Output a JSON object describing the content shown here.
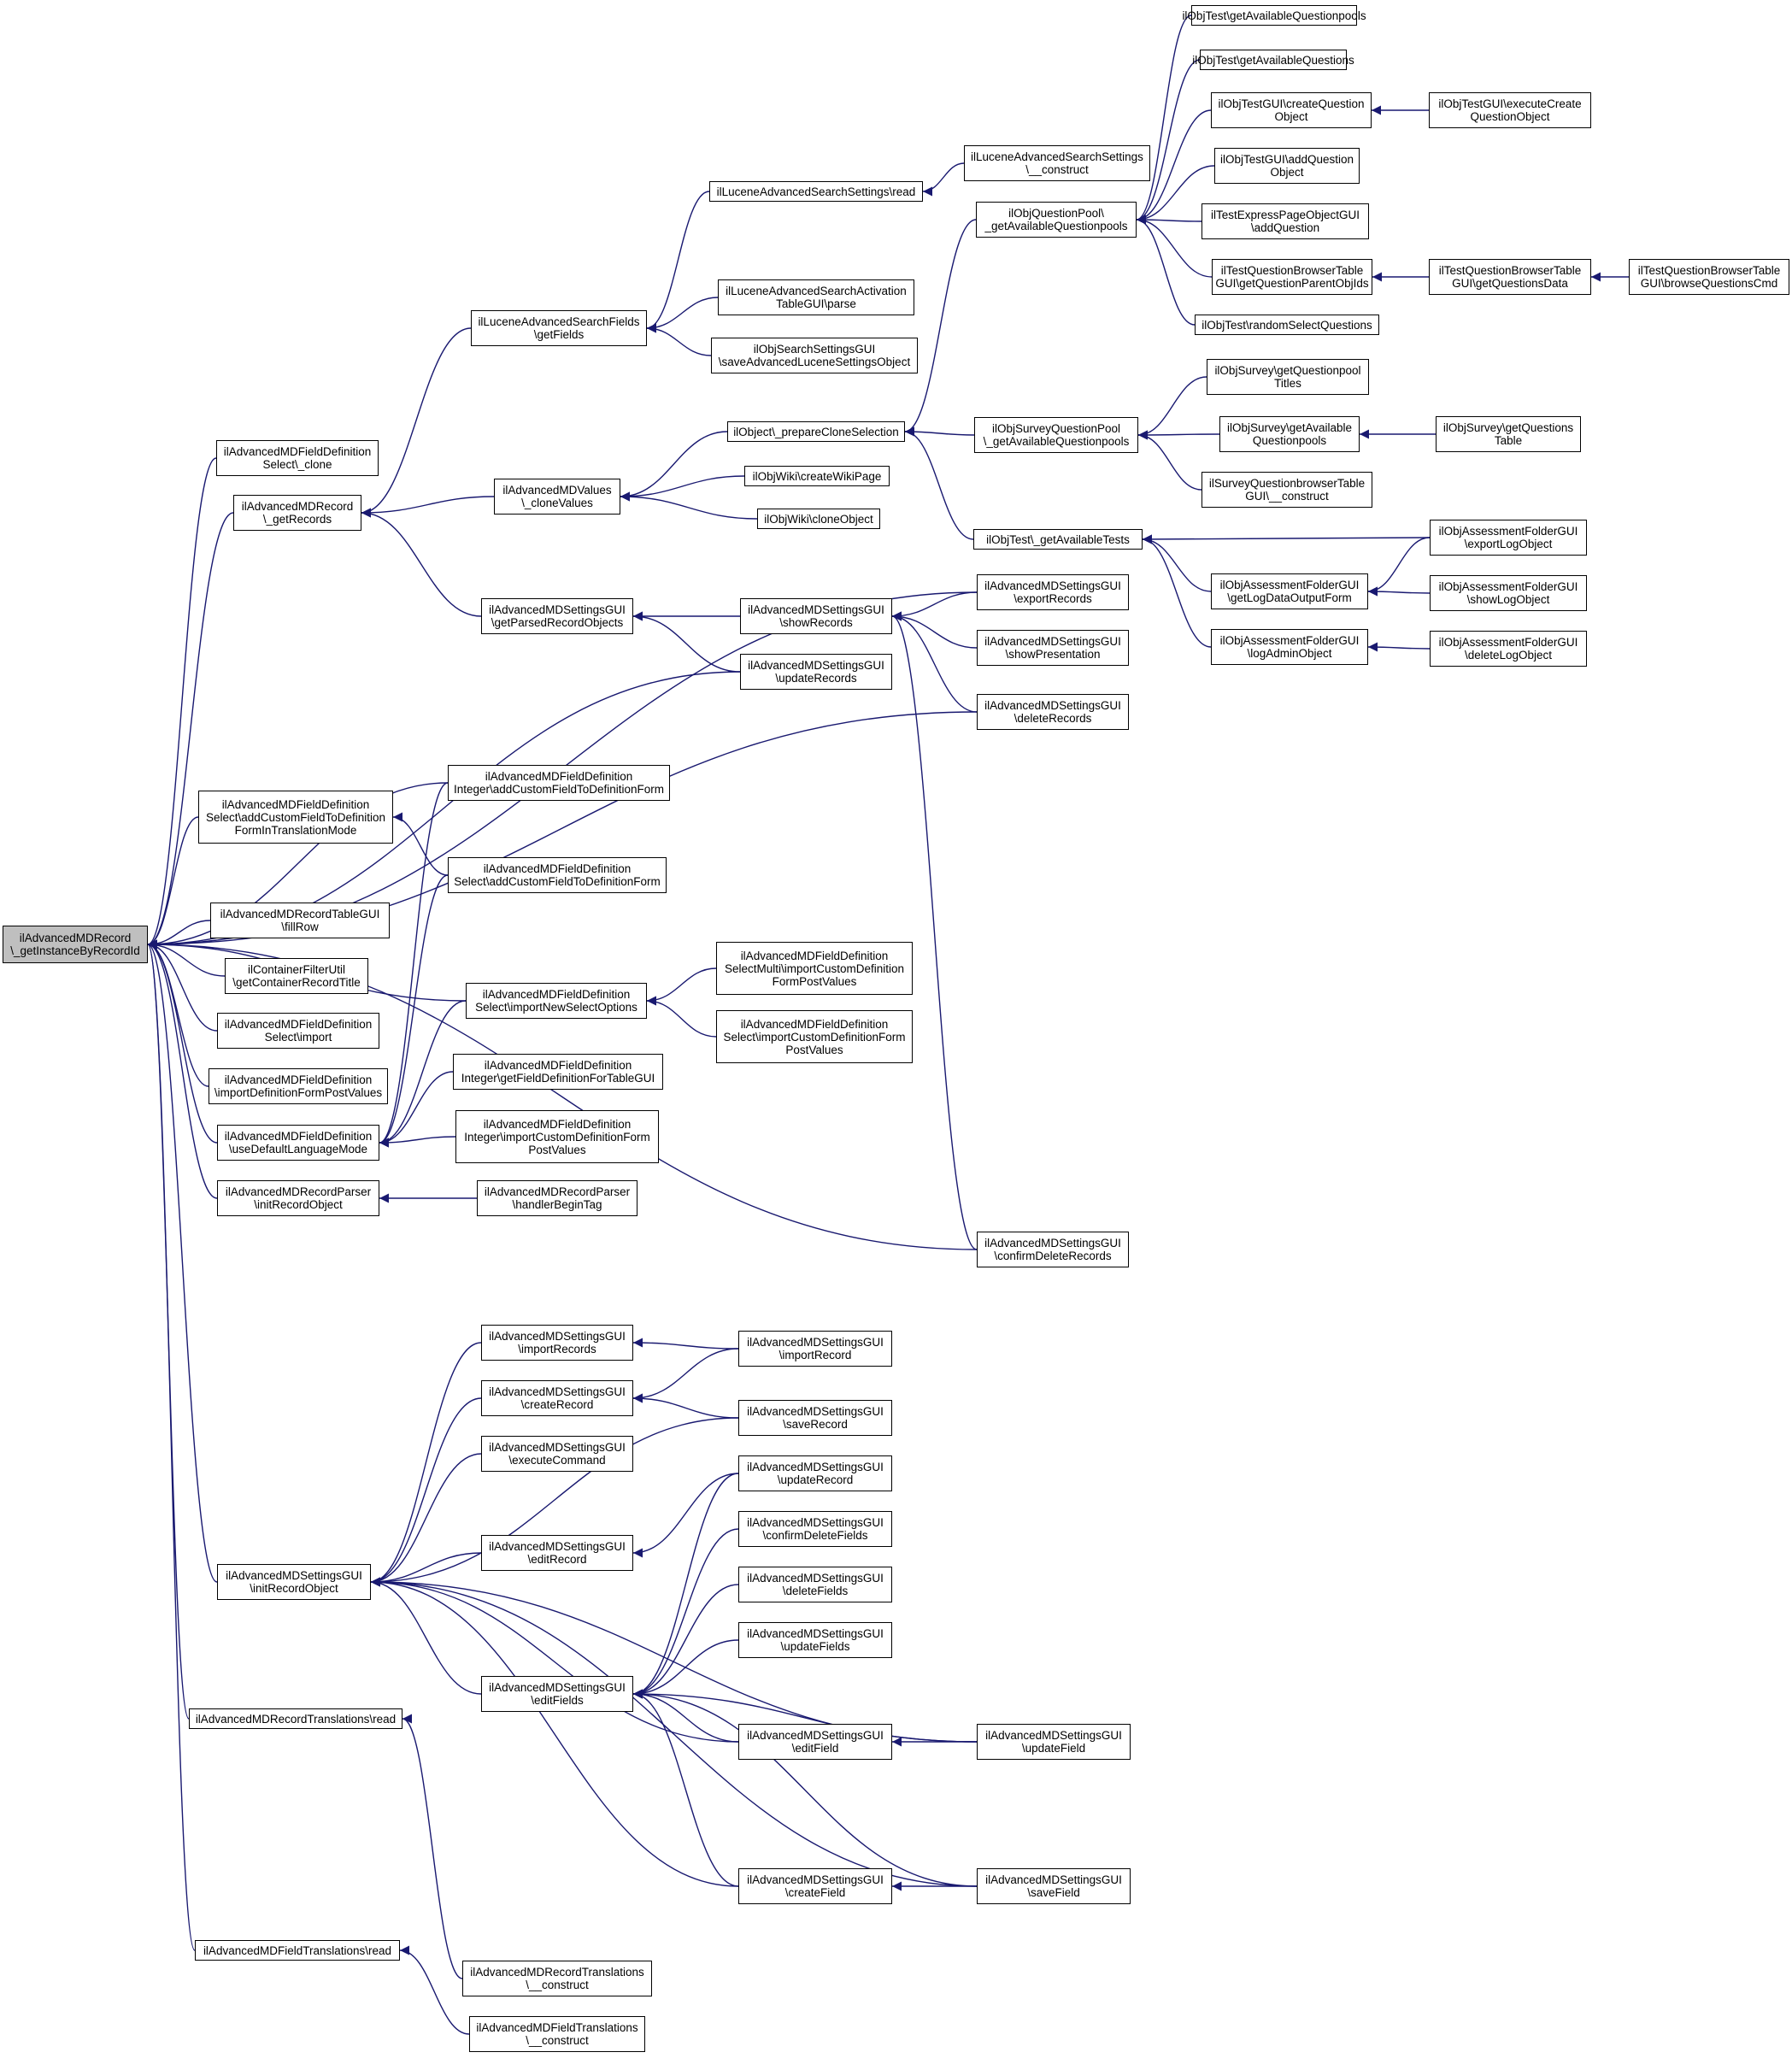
{
  "graph": {
    "edge_color": "#191970",
    "focus_fill": "#bfbfbf",
    "nodes": [
      {
        "id": "focus",
        "lines": [
          "ilAdvancedMDRecord",
          "\\_getInstanceByRecordId"
        ],
        "focus": true
      },
      {
        "id": "selclone",
        "lines": [
          "ilAdvancedMDFieldDefinition",
          "Select\\_clone"
        ]
      },
      {
        "id": "getrecords",
        "lines": [
          "ilAdvancedMDRecord",
          "\\_getRecords"
        ]
      },
      {
        "id": "lucfields",
        "lines": [
          "ilLuceneAdvancedSearchFields",
          "\\getFields"
        ]
      },
      {
        "id": "lucread",
        "lines": [
          "ilLuceneAdvancedSearchSettings\\read"
        ]
      },
      {
        "id": "luccons",
        "lines": [
          "ilLuceneAdvancedSearchSettings",
          "\\__construct"
        ]
      },
      {
        "id": "lucact",
        "lines": [
          "ilLuceneAdvancedSearchActivation",
          "TableGUI\\parse"
        ]
      },
      {
        "id": "objsearch",
        "lines": [
          "ilObjSearchSettingsGUI",
          "\\saveAdvancedLuceneSettingsObject"
        ]
      },
      {
        "id": "mdvalues",
        "lines": [
          "ilAdvancedMDValues",
          "\\_cloneValues"
        ]
      },
      {
        "id": "prepclone",
        "lines": [
          "ilObject\\_prepareCloneSelection"
        ]
      },
      {
        "id": "wikipage",
        "lines": [
          "ilObjWiki\\createWikiPage"
        ]
      },
      {
        "id": "wikiclone",
        "lines": [
          "ilObjWiki\\cloneObject"
        ]
      },
      {
        "id": "qpool",
        "lines": [
          "ilObjQuestionPool\\",
          "_getAvailableQuestionpools"
        ]
      },
      {
        "id": "t_avqp",
        "lines": [
          "ilObjTest\\getAvailableQuestionpools"
        ]
      },
      {
        "id": "t_avq",
        "lines": [
          "ilObjTest\\getAvailableQuestions"
        ]
      },
      {
        "id": "t_create",
        "lines": [
          "ilObjTestGUI\\createQuestion",
          "Object"
        ]
      },
      {
        "id": "t_execcreate",
        "lines": [
          "ilObjTestGUI\\executeCreate",
          "QuestionObject"
        ]
      },
      {
        "id": "t_addq",
        "lines": [
          "ilObjTestGUI\\addQuestion",
          "Object"
        ]
      },
      {
        "id": "t_express",
        "lines": [
          "ilTestExpressPageObjectGUI",
          "\\addQuestion"
        ]
      },
      {
        "id": "t_browser",
        "lines": [
          "ilTestQuestionBrowserTable",
          "GUI\\getQuestionParentObjIds"
        ]
      },
      {
        "id": "t_browsedata",
        "lines": [
          "ilTestQuestionBrowserTable",
          "GUI\\getQuestionsData"
        ]
      },
      {
        "id": "t_browsecmd",
        "lines": [
          "ilTestQuestionBrowserTable",
          "GUI\\browseQuestionsCmd"
        ]
      },
      {
        "id": "t_random",
        "lines": [
          "ilObjTest\\randomSelectQuestions"
        ]
      },
      {
        "id": "spool",
        "lines": [
          "ilObjSurveyQuestionPool",
          "\\_getAvailableQuestionpools"
        ]
      },
      {
        "id": "s_titles",
        "lines": [
          "ilObjSurvey\\getQuestionpool",
          "Titles"
        ]
      },
      {
        "id": "s_avail",
        "lines": [
          "ilObjSurvey\\getAvailable",
          "Questionpools"
        ]
      },
      {
        "id": "s_table",
        "lines": [
          "ilObjSurvey\\getQuestions",
          "Table"
        ]
      },
      {
        "id": "s_browser",
        "lines": [
          "ilSurveyQuestionbrowserTable",
          "GUI\\__construct"
        ]
      },
      {
        "id": "avtests",
        "lines": [
          "ilObjTest\\_getAvailableTests"
        ]
      },
      {
        "id": "a_export",
        "lines": [
          "ilObjAssessmentFolderGUI",
          "\\exportLogObject"
        ]
      },
      {
        "id": "a_logdata",
        "lines": [
          "ilObjAssessmentFolderGUI",
          "\\getLogDataOutputForm"
        ]
      },
      {
        "id": "a_show",
        "lines": [
          "ilObjAssessmentFolderGUI",
          "\\showLogObject"
        ]
      },
      {
        "id": "a_admin",
        "lines": [
          "ilObjAssessmentFolderGUI",
          "\\logAdminObject"
        ]
      },
      {
        "id": "a_delete",
        "lines": [
          "ilObjAssessmentFolderGUI",
          "\\deleteLogObject"
        ]
      },
      {
        "id": "parsed",
        "lines": [
          "ilAdvancedMDSettingsGUI",
          "\\getParsedRecordObjects"
        ]
      },
      {
        "id": "showrec",
        "lines": [
          "ilAdvancedMDSettingsGUI",
          "\\showRecords"
        ]
      },
      {
        "id": "exportrec",
        "lines": [
          "ilAdvancedMDSettingsGUI",
          "\\exportRecords"
        ]
      },
      {
        "id": "showpres",
        "lines": [
          "ilAdvancedMDSettingsGUI",
          "\\showPresentation"
        ]
      },
      {
        "id": "updrecs",
        "lines": [
          "ilAdvancedMDSettingsGUI",
          "\\updateRecords"
        ]
      },
      {
        "id": "delrecs",
        "lines": [
          "ilAdvancedMDSettingsGUI",
          "\\deleteRecords"
        ]
      },
      {
        "id": "seltrans",
        "lines": [
          "ilAdvancedMDFieldDefinition",
          "Select\\addCustomFieldToDefinition",
          "FormInTranslationMode"
        ]
      },
      {
        "id": "intaddcust",
        "lines": [
          "ilAdvancedMDFieldDefinition",
          "Integer\\addCustomFieldToDefinitionForm"
        ]
      },
      {
        "id": "seladdcust",
        "lines": [
          "ilAdvancedMDFieldDefinition",
          "Select\\addCustomFieldToDefinitionForm"
        ]
      },
      {
        "id": "fillrow",
        "lines": [
          "ilAdvancedMDRecordTableGUI",
          "\\fillRow"
        ]
      },
      {
        "id": "container",
        "lines": [
          "ilContainerFilterUtil",
          "\\getContainerRecordTitle"
        ]
      },
      {
        "id": "selimport",
        "lines": [
          "ilAdvancedMDFieldDefinition",
          "Select\\import"
        ]
      },
      {
        "id": "importdef",
        "lines": [
          "ilAdvancedMDFieldDefinition",
          "\\importDefinitionFormPostValues"
        ]
      },
      {
        "id": "usedefault",
        "lines": [
          "ilAdvancedMDFieldDefinition",
          "\\useDefaultLanguageMode"
        ]
      },
      {
        "id": "selnewopt",
        "lines": [
          "ilAdvancedMDFieldDefinition",
          "Select\\importNewSelectOptions"
        ]
      },
      {
        "id": "selmulti",
        "lines": [
          "ilAdvancedMDFieldDefinition",
          "SelectMulti\\importCustomDefinition",
          "FormPostValues"
        ]
      },
      {
        "id": "selimpcust",
        "lines": [
          "ilAdvancedMDFieldDefinition",
          "Select\\importCustomDefinitionForm",
          "PostValues"
        ]
      },
      {
        "id": "intgetfield",
        "lines": [
          "ilAdvancedMDFieldDefinition",
          "Integer\\getFieldDefinitionForTableGUI"
        ]
      },
      {
        "id": "intimpcust",
        "lines": [
          "ilAdvancedMDFieldDefinition",
          "Integer\\importCustomDefinitionForm",
          "PostValues"
        ]
      },
      {
        "id": "parser",
        "lines": [
          "ilAdvancedMDRecordParser",
          "\\initRecordObject"
        ]
      },
      {
        "id": "parsertag",
        "lines": [
          "ilAdvancedMDRecordParser",
          "\\handlerBeginTag"
        ]
      },
      {
        "id": "confdelrec",
        "lines": [
          "ilAdvancedMDSettingsGUI",
          "\\confirmDeleteRecords"
        ]
      },
      {
        "id": "initrec",
        "lines": [
          "ilAdvancedMDSettingsGUI",
          "\\initRecordObject"
        ]
      },
      {
        "id": "importrecs",
        "lines": [
          "ilAdvancedMDSettingsGUI",
          "\\importRecords"
        ]
      },
      {
        "id": "importrec",
        "lines": [
          "ilAdvancedMDSettingsGUI",
          "\\importRecord"
        ]
      },
      {
        "id": "createrec",
        "lines": [
          "ilAdvancedMDSettingsGUI",
          "\\createRecord"
        ]
      },
      {
        "id": "saverec",
        "lines": [
          "ilAdvancedMDSettingsGUI",
          "\\saveRecord"
        ]
      },
      {
        "id": "execcmd",
        "lines": [
          "ilAdvancedMDSettingsGUI",
          "\\executeCommand"
        ]
      },
      {
        "id": "updrec",
        "lines": [
          "ilAdvancedMDSettingsGUI",
          "\\updateRecord"
        ]
      },
      {
        "id": "editrec",
        "lines": [
          "ilAdvancedMDSettingsGUI",
          "\\editRecord"
        ]
      },
      {
        "id": "confdelfld",
        "lines": [
          "ilAdvancedMDSettingsGUI",
          "\\confirmDeleteFields"
        ]
      },
      {
        "id": "delflds",
        "lines": [
          "ilAdvancedMDSettingsGUI",
          "\\deleteFields"
        ]
      },
      {
        "id": "updflds",
        "lines": [
          "ilAdvancedMDSettingsGUI",
          "\\updateFields"
        ]
      },
      {
        "id": "editflds",
        "lines": [
          "ilAdvancedMDSettingsGUI",
          "\\editFields"
        ]
      },
      {
        "id": "editfld",
        "lines": [
          "ilAdvancedMDSettingsGUI",
          "\\editField"
        ]
      },
      {
        "id": "updfld",
        "lines": [
          "ilAdvancedMDSettingsGUI",
          "\\updateField"
        ]
      },
      {
        "id": "createfld",
        "lines": [
          "ilAdvancedMDSettingsGUI",
          "\\createField"
        ]
      },
      {
        "id": "savefld",
        "lines": [
          "ilAdvancedMDSettingsGUI",
          "\\saveField"
        ]
      },
      {
        "id": "rectrans",
        "lines": [
          "ilAdvancedMDRecordTranslations\\read"
        ]
      },
      {
        "id": "rectranscons",
        "lines": [
          "ilAdvancedMDRecordTranslations",
          "\\__construct"
        ]
      },
      {
        "id": "fldtrans",
        "lines": [
          "ilAdvancedMDFieldTranslations\\read"
        ]
      },
      {
        "id": "fldtranscons",
        "lines": [
          "ilAdvancedMDFieldTranslations",
          "\\__construct"
        ]
      }
    ],
    "edges": [
      [
        "selclone",
        "focus"
      ],
      [
        "getrecords",
        "focus"
      ],
      [
        "seltrans",
        "focus"
      ],
      [
        "fillrow",
        "focus"
      ],
      [
        "container",
        "focus"
      ],
      [
        "selimport",
        "focus"
      ],
      [
        "importdef",
        "focus"
      ],
      [
        "usedefault",
        "focus"
      ],
      [
        "parser",
        "focus"
      ],
      [
        "initrec",
        "focus"
      ],
      [
        "rectrans",
        "focus"
      ],
      [
        "fldtrans",
        "focus"
      ],
      [
        "exportrec",
        "focus"
      ],
      [
        "updrecs",
        "focus"
      ],
      [
        "delrecs",
        "focus"
      ],
      [
        "intaddcust",
        "focus"
      ],
      [
        "selnewopt",
        "focus"
      ],
      [
        "confdelrec",
        "focus"
      ],
      [
        "lucfields",
        "getrecords"
      ],
      [
        "mdvalues",
        "getrecords"
      ],
      [
        "parsed",
        "getrecords"
      ],
      [
        "lucread",
        "lucfields"
      ],
      [
        "lucact",
        "lucfields"
      ],
      [
        "objsearch",
        "lucfields"
      ],
      [
        "luccons",
        "lucread"
      ],
      [
        "prepclone",
        "mdvalues"
      ],
      [
        "wikipage",
        "mdvalues"
      ],
      [
        "wikiclone",
        "mdvalues"
      ],
      [
        "qpool",
        "prepclone"
      ],
      [
        "spool",
        "prepclone"
      ],
      [
        "avtests",
        "prepclone"
      ],
      [
        "t_avqp",
        "qpool"
      ],
      [
        "t_avq",
        "qpool"
      ],
      [
        "t_create",
        "qpool"
      ],
      [
        "t_addq",
        "qpool"
      ],
      [
        "t_express",
        "qpool"
      ],
      [
        "t_browser",
        "qpool"
      ],
      [
        "t_random",
        "qpool"
      ],
      [
        "t_execcreate",
        "t_create"
      ],
      [
        "t_browsedata",
        "t_browser"
      ],
      [
        "t_browsecmd",
        "t_browsedata"
      ],
      [
        "s_titles",
        "spool"
      ],
      [
        "s_avail",
        "spool"
      ],
      [
        "s_browser",
        "spool"
      ],
      [
        "s_table",
        "s_avail"
      ],
      [
        "a_export",
        "avtests"
      ],
      [
        "a_logdata",
        "avtests"
      ],
      [
        "a_admin",
        "avtests"
      ],
      [
        "a_export",
        "a_logdata"
      ],
      [
        "a_show",
        "a_logdata"
      ],
      [
        "a_delete",
        "a_admin"
      ],
      [
        "showrec",
        "parsed"
      ],
      [
        "updrecs",
        "parsed"
      ],
      [
        "exportrec",
        "showrec"
      ],
      [
        "showpres",
        "showrec"
      ],
      [
        "delrecs",
        "showrec"
      ],
      [
        "confdelrec",
        "showrec"
      ],
      [
        "seladdcust",
        "seltrans"
      ],
      [
        "intaddcust",
        "usedefault"
      ],
      [
        "seladdcust",
        "usedefault"
      ],
      [
        "selnewopt",
        "usedefault"
      ],
      [
        "intgetfield",
        "usedefault"
      ],
      [
        "intimpcust",
        "usedefault"
      ],
      [
        "selmulti",
        "selnewopt"
      ],
      [
        "selimpcust",
        "selnewopt"
      ],
      [
        "parsertag",
        "parser"
      ],
      [
        "importrecs",
        "initrec"
      ],
      [
        "createrec",
        "initrec"
      ],
      [
        "execcmd",
        "initrec"
      ],
      [
        "saverec",
        "initrec"
      ],
      [
        "editrec",
        "initrec"
      ],
      [
        "editflds",
        "initrec"
      ],
      [
        "editfld",
        "initrec"
      ],
      [
        "updfld",
        "initrec"
      ],
      [
        "createfld",
        "initrec"
      ],
      [
        "savefld",
        "initrec"
      ],
      [
        "importrec",
        "importrecs"
      ],
      [
        "importrec",
        "createrec"
      ],
      [
        "saverec",
        "createrec"
      ],
      [
        "updrec",
        "editrec"
      ],
      [
        "updrec",
        "editflds"
      ],
      [
        "confdelfld",
        "editflds"
      ],
      [
        "delflds",
        "editflds"
      ],
      [
        "updflds",
        "editflds"
      ],
      [
        "editfld",
        "editflds"
      ],
      [
        "updfld",
        "editflds"
      ],
      [
        "createfld",
        "editflds"
      ],
      [
        "savefld",
        "editflds"
      ],
      [
        "updfld",
        "editfld"
      ],
      [
        "savefld",
        "createfld"
      ],
      [
        "rectranscons",
        "rectrans"
      ],
      [
        "fldtranscons",
        "fldtrans"
      ]
    ]
  }
}
